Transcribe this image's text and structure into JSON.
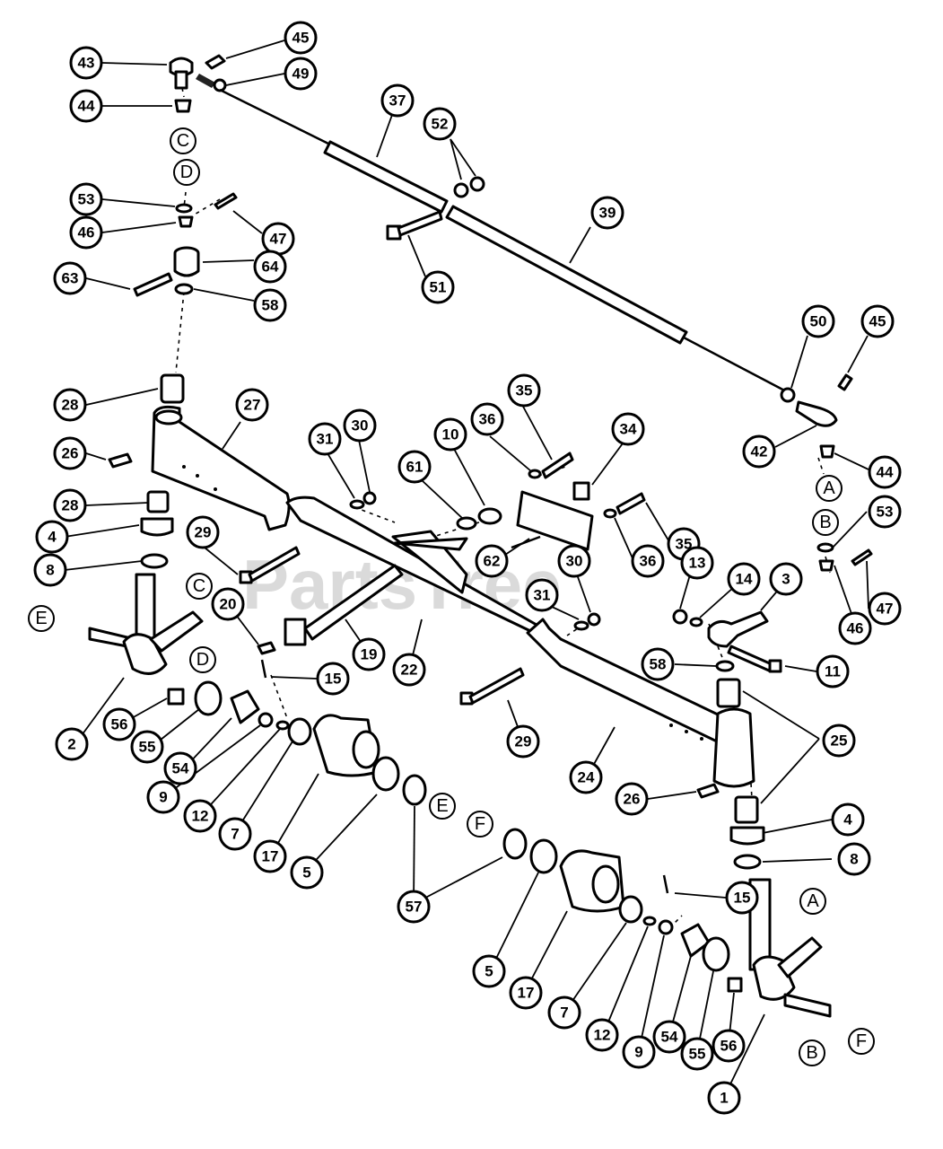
{
  "watermark": "PartsTree",
  "callouts": [
    {
      "n": "43"
    },
    {
      "n": "45"
    },
    {
      "n": "49"
    },
    {
      "n": "44"
    },
    {
      "n": "37"
    },
    {
      "n": "52"
    },
    {
      "n": "53"
    },
    {
      "n": "47"
    },
    {
      "n": "46"
    },
    {
      "n": "39"
    },
    {
      "n": "51"
    },
    {
      "n": "63"
    },
    {
      "n": "64"
    },
    {
      "n": "58"
    },
    {
      "n": "50"
    },
    {
      "n": "45"
    },
    {
      "n": "28"
    },
    {
      "n": "27"
    },
    {
      "n": "26"
    },
    {
      "n": "35"
    },
    {
      "n": "36"
    },
    {
      "n": "34"
    },
    {
      "n": "31"
    },
    {
      "n": "30"
    },
    {
      "n": "10"
    },
    {
      "n": "61"
    },
    {
      "n": "42"
    },
    {
      "n": "44"
    },
    {
      "n": "28"
    },
    {
      "n": "4"
    },
    {
      "n": "29"
    },
    {
      "n": "35"
    },
    {
      "n": "36"
    },
    {
      "n": "62"
    },
    {
      "n": "53"
    },
    {
      "n": "8"
    },
    {
      "n": "47"
    },
    {
      "n": "30"
    },
    {
      "n": "13"
    },
    {
      "n": "14"
    },
    {
      "n": "3"
    },
    {
      "n": "20"
    },
    {
      "n": "31"
    },
    {
      "n": "46"
    },
    {
      "n": "19"
    },
    {
      "n": "22"
    },
    {
      "n": "58"
    },
    {
      "n": "11"
    },
    {
      "n": "15"
    },
    {
      "n": "25"
    },
    {
      "n": "2"
    },
    {
      "n": "56"
    },
    {
      "n": "55"
    },
    {
      "n": "54"
    },
    {
      "n": "29"
    },
    {
      "n": "9"
    },
    {
      "n": "24"
    },
    {
      "n": "12"
    },
    {
      "n": "7"
    },
    {
      "n": "17"
    },
    {
      "n": "26"
    },
    {
      "n": "5"
    },
    {
      "n": "4"
    },
    {
      "n": "8"
    },
    {
      "n": "57"
    },
    {
      "n": "15"
    },
    {
      "n": "5"
    },
    {
      "n": "17"
    },
    {
      "n": "7"
    },
    {
      "n": "12"
    },
    {
      "n": "9"
    },
    {
      "n": "54"
    },
    {
      "n": "55"
    },
    {
      "n": "56"
    },
    {
      "n": "1"
    }
  ],
  "letters": [
    {
      "t": "C"
    },
    {
      "t": "D"
    },
    {
      "t": "C"
    },
    {
      "t": "D"
    },
    {
      "t": "E"
    },
    {
      "t": "E"
    },
    {
      "t": "F"
    },
    {
      "t": "A"
    },
    {
      "t": "B"
    },
    {
      "t": "A"
    },
    {
      "t": "B"
    },
    {
      "t": "F"
    }
  ]
}
